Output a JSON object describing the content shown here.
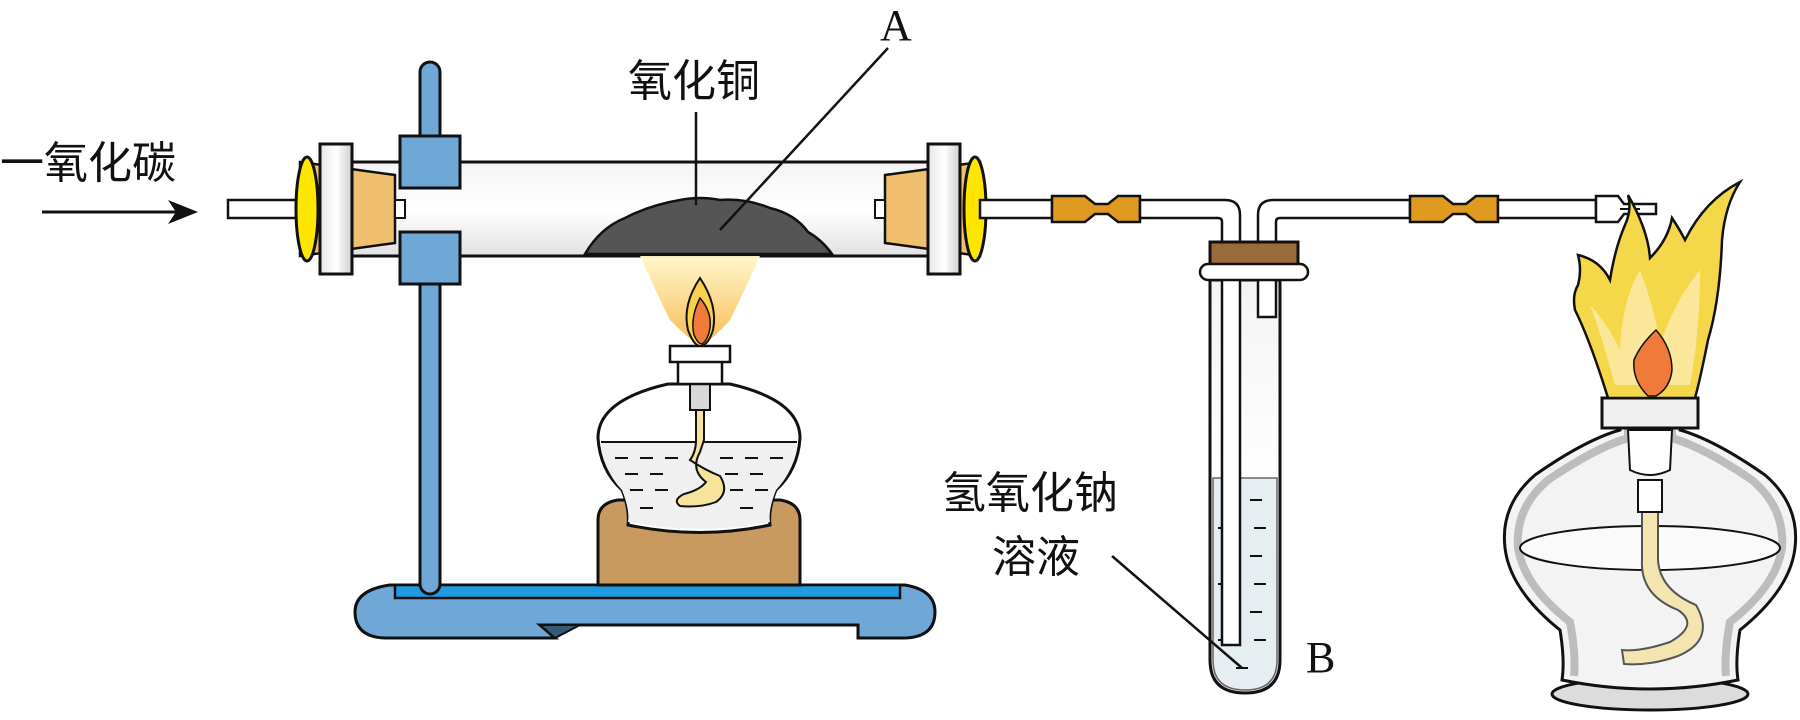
{
  "labels": {
    "co": "一氧化碳",
    "cuo": "氧化铜",
    "a": "A",
    "naoh_line1": "氢氧化钠",
    "naoh_line2": "溶液",
    "b": "B"
  },
  "colors": {
    "stand_blue": "#6fa8d6",
    "stand_dark": "#355a78",
    "stopper_orange": "#f0c070",
    "stopper_yellow": "#ffe600",
    "rubber_tube": "#e09a1f",
    "cork_brown": "#9a6a3a",
    "burner_base": "#c89a5f",
    "powder_gray": "#555555",
    "flame_yellow": "#f5d84a",
    "flame_orange": "#f07a3a"
  }
}
